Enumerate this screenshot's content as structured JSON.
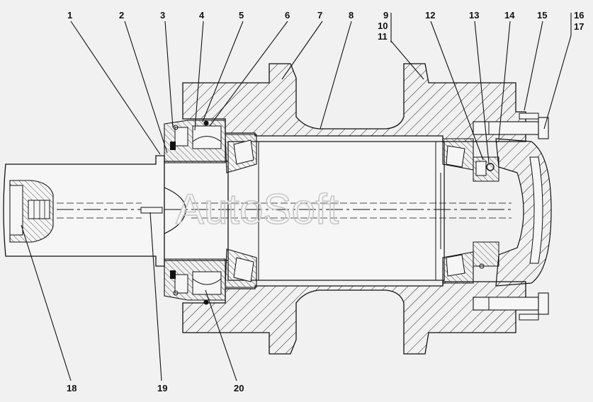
{
  "watermark": "AutoSoft",
  "callouts": {
    "top": [
      "1",
      "2",
      "3",
      "4",
      "5",
      "6",
      "7",
      "8",
      "9",
      "10",
      "11",
      "12",
      "13",
      "14",
      "15",
      "16",
      "17"
    ],
    "bottom": [
      "18",
      "19",
      "20"
    ]
  },
  "colors": {
    "background": "#f1f1f1",
    "line": "#111111",
    "hatch": "#222222",
    "watermark": "#c8c8c8"
  }
}
